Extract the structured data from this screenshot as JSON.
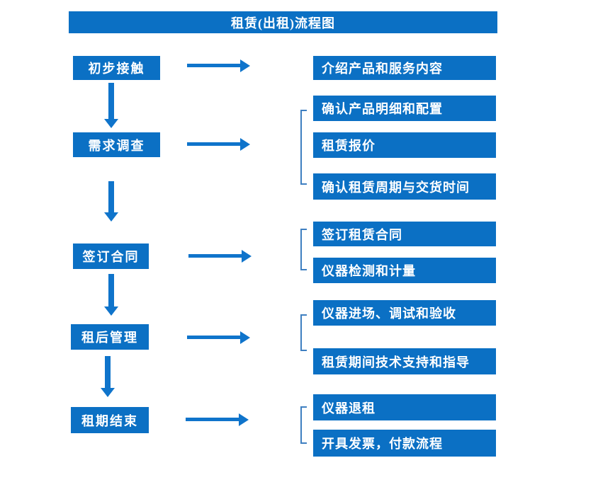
{
  "title": "租赁(出租)流程图",
  "colors": {
    "box_fill": "#0b70c4",
    "arrow": "#0f74cb",
    "bracket": "#3e7fc1",
    "text": "#ffffff",
    "background": "#ffffff"
  },
  "stages": [
    "初步接触",
    "需求调查",
    "签订合同",
    "租后管理",
    "租期结束"
  ],
  "detail_groups": [
    {
      "stage": "初步接触",
      "items": [
        "介绍产品和服务内容"
      ]
    },
    {
      "stage": "需求调查",
      "items": [
        "确认产品明细和配置",
        "租赁报价",
        "确认租赁周期与交货时间"
      ]
    },
    {
      "stage": "签订合同",
      "items": [
        "签订租赁合同",
        "仪器检测和计量"
      ]
    },
    {
      "stage": "租后管理",
      "items": [
        "仪器进场、调试和验收",
        "租赁期间技术支持和指导"
      ]
    },
    {
      "stage": "租期结束",
      "items": [
        "仪器退租",
        "开具发票，付款流程"
      ]
    }
  ]
}
